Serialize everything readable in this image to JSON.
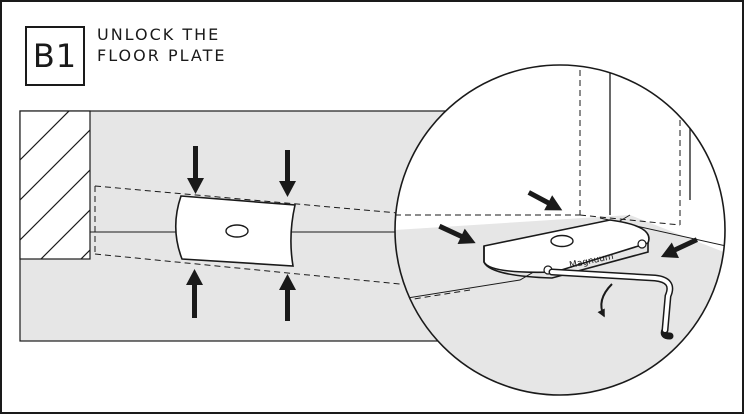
{
  "step": {
    "badge": "B1",
    "title_line1": "UNLOCK THE",
    "title_line2": "FLOOR PLATE"
  },
  "device": {
    "brand_text": "Magnuum"
  },
  "colors": {
    "floor": "#e6e6e6",
    "plate": "#ffffff",
    "line": "#1a1a1a"
  },
  "icons": [
    "down-arrow-icon",
    "up-arrow-icon",
    "left-arrow-icon",
    "rotation-arrow-icon",
    "hex-key-icon"
  ]
}
